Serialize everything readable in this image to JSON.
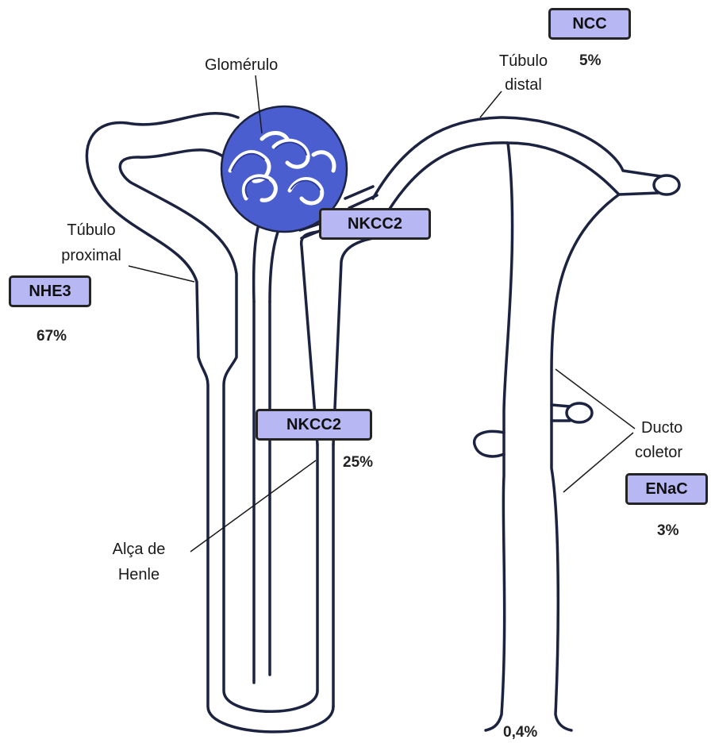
{
  "labels": {
    "glomerulo": "Glomérulo",
    "tubulo_proximal": [
      "Túbulo",
      "proximal"
    ],
    "tubulo_distal": [
      "Túbulo",
      "distal"
    ],
    "alca_henle": [
      "Alça de",
      "Henle"
    ],
    "ducto_coletor": [
      "Ducto",
      "coletor"
    ]
  },
  "transporters": {
    "nhe3": {
      "name": "NHE3",
      "percent": "67%"
    },
    "nkcc2_top": {
      "name": "NKCC2"
    },
    "nkcc2_loop": {
      "name": "NKCC2",
      "percent": "25%"
    },
    "ncc": {
      "name": "NCC",
      "percent": "5%"
    },
    "enac": {
      "name": "ENaC",
      "percent": "3%"
    }
  },
  "excretion": "0,4%",
  "colors": {
    "outline": "#1c2340",
    "glomerulus_fill": "#4a5ed0",
    "glomerulus_dark": "#2a3a9a",
    "transporter_box": "#b7b7f4"
  }
}
